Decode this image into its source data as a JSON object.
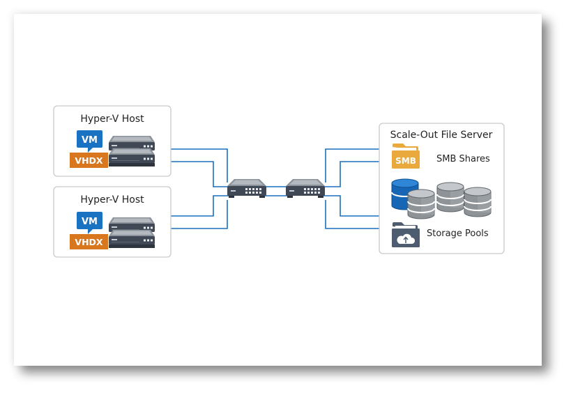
{
  "diagram": {
    "hosts": [
      {
        "title": "Hyper-V Host",
        "vm_label": "VM",
        "disk_label": "VHDX"
      },
      {
        "title": "Hyper-V Host",
        "vm_label": "VM",
        "disk_label": "VHDX"
      }
    ],
    "switches": [
      {
        "icon": "network-switch-icon"
      },
      {
        "icon": "network-switch-icon"
      }
    ],
    "file_server": {
      "title": "Scale-Out File Server",
      "smb": {
        "folder_label": "SMB",
        "label": "SMB Shares"
      },
      "storage": {
        "label": "Storage Pools"
      }
    },
    "colors": {
      "wire": "#1a6fbd",
      "vm_badge": "#1a72c2",
      "vhdx_badge": "#d9771f",
      "smb_folder": "#e9a93d",
      "server_dark": "#3f4854",
      "disk_blue": "#1766b5",
      "disk_gray": "#8e9398",
      "storage_folder": "#4d5c6f"
    }
  }
}
